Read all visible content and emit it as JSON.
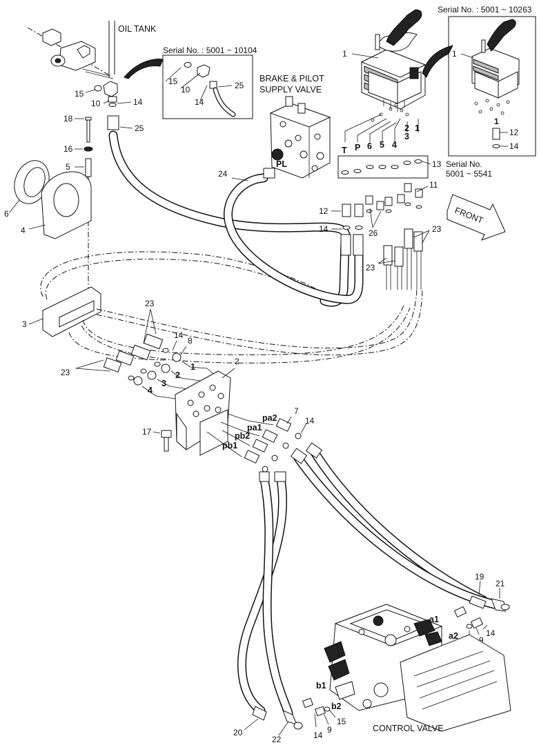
{
  "title_labels": {
    "oil_tank": "OIL TANK",
    "brake_pilot_line1": "BRAKE & PILOT",
    "brake_pilot_line2": "SUPPLY VALVE",
    "control_valve": "CONTROL VALVE",
    "front": "FRONT"
  },
  "serial_notes": {
    "top_right": "Serial No. : 5001 ~ 10263",
    "top_inset": "Serial No. : 5001 ~ 10104",
    "mid_line1": "Serial No.",
    "mid_line2": "5001 ~ 5541"
  },
  "port_labels": {
    "T": "T",
    "P": "P",
    "six": "6",
    "five": "5",
    "four": "4",
    "three": "3",
    "two": "2",
    "one": "1",
    "PL": "PL",
    "pa2": "pa2",
    "pa1": "pa1",
    "pb2": "pb2",
    "pb1": "pb1",
    "a1": "a1",
    "a2": "a2",
    "b1": "b1",
    "b2": "b2",
    "inset_one": "1"
  },
  "line_numbers": {
    "l1": "1",
    "l2": "2",
    "l3": "3",
    "l4": "4"
  },
  "callouts": {
    "c1_main": "1",
    "c1_inset": "1",
    "c2": "2",
    "c3": "3",
    "c4": "4",
    "c5": "5",
    "c6": "6",
    "c7": "7",
    "c8": "8",
    "c9a": "9",
    "c9b": "9",
    "c10": "10",
    "c10_inset": "10",
    "c11": "11",
    "c12": "12",
    "c12_inset": "12",
    "c13": "13",
    "c14a": "14",
    "c14b": "14",
    "c14c": "14",
    "c14d": "14",
    "c14e": "14",
    "c14f": "14",
    "c14_inset": "14",
    "c14_inset2": "14",
    "c15a": "15",
    "c15b": "15",
    "c15c": "15",
    "c15_inset": "15",
    "c16": "16",
    "c17": "17",
    "c18": "18",
    "c19": "19",
    "c20": "20",
    "c21": "21",
    "c22": "22",
    "c23a": "23",
    "c23b": "23",
    "c23c": "23",
    "c23d": "23",
    "c24": "24",
    "c25": "25",
    "c25_inset": "25",
    "c26": "26"
  }
}
